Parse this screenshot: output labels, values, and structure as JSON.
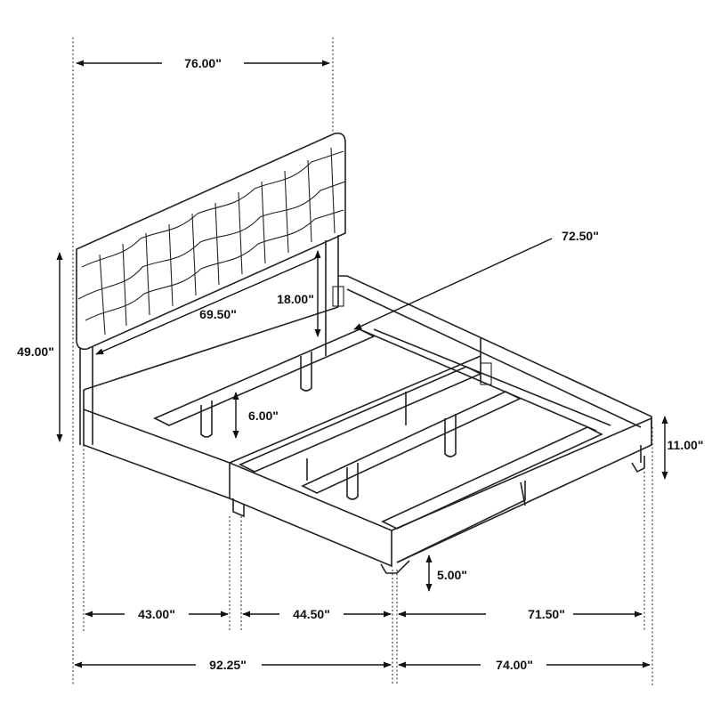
{
  "diagram": {
    "dimensions": {
      "overall_width": "76.00\"",
      "diagonal_length": "72.50\"",
      "headboard_inner_height": "18.00\"",
      "headboard_width": "69.50\"",
      "overall_height": "49.00\"",
      "rail_clearance": "6.00\"",
      "rail_height": "11.00\"",
      "leg_height": "5.00\"",
      "segment_left": "43.00\"",
      "segment_middle": "44.50\"",
      "segment_right": "71.50\"",
      "overall_length": "92.25\"",
      "overall_depth": "74.00\""
    },
    "colors": {
      "line": "#222222",
      "background": "#ffffff"
    }
  }
}
